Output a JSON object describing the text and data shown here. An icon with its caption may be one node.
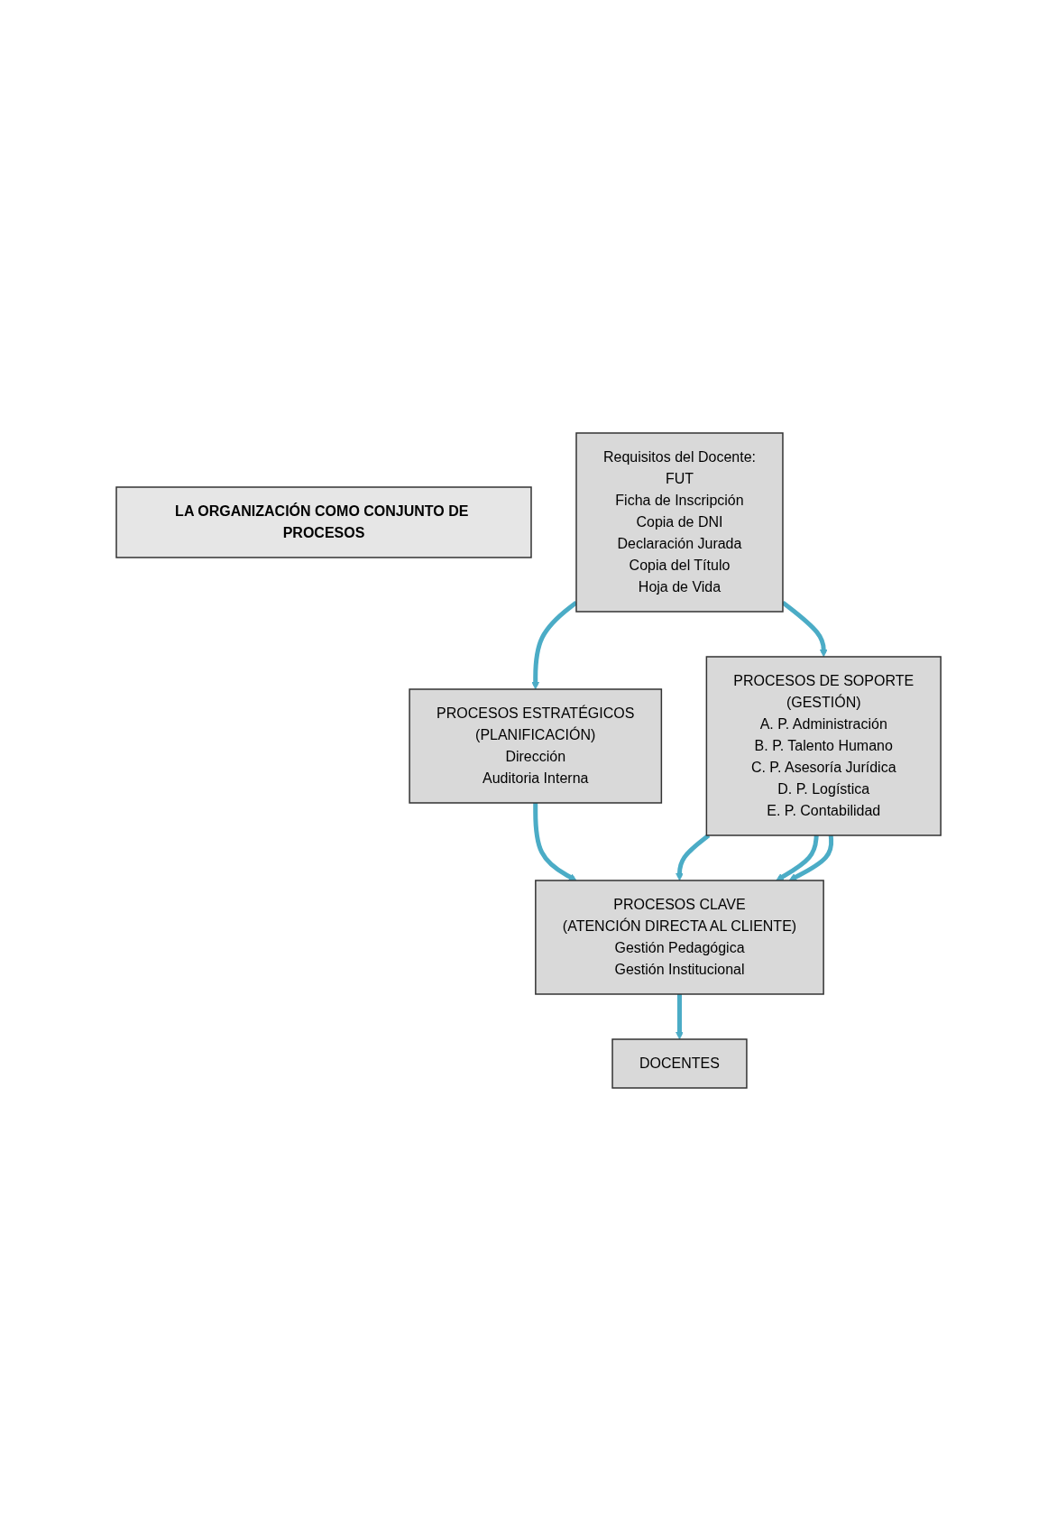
{
  "diagram": {
    "nodes": [
      {
        "text": [
          "LA ORGANIZACIÓN COMO CONJUNTO DE PROCESOS"
        ]
      },
      {
        "text": [
          "Requisitos del Docente:",
          "FUT",
          "Ficha de Inscripción",
          "Copia de DNI",
          "Declaración Jurada",
          "Copia del Título",
          "Hoja de Vida"
        ]
      },
      {
        "text": [
          "PROCESOS ESTRATÉGICOS",
          "(PLANIFICACIÓN)",
          "Dirección",
          "Auditoria Interna"
        ]
      },
      {
        "text": [
          "PROCESOS CLAVE",
          "(ATENCIÓN DIRECTA AL CLIENTE)",
          "Gestión Pedagógica",
          "Gestión Institucional"
        ]
      },
      {
        "text": [
          "PROCESOS DE SOPORTE",
          "(GESTIÓN)",
          "A. P. Administración",
          "B. P. Talento Humano",
          "C. P. Asesoría Jurídica",
          "D. P. Logística",
          "E. P. Contabilidad"
        ]
      },
      {
        "text": [
          "DOCENTES"
        ]
      }
    ],
    "edges": [
      {
        "from": 1,
        "to": 2,
        "arrow": "to"
      },
      {
        "from": 2,
        "to": 3,
        "arrow": "to"
      },
      {
        "from": 4,
        "to": 3,
        "arrow": "to"
      },
      {
        "from": 4,
        "to": 3,
        "arrow": "to"
      },
      {
        "from": 4,
        "to": 3,
        "arrow": "to"
      },
      {
        "from": 3,
        "to": 5,
        "arrow": "to"
      },
      {
        "from": 1,
        "to": 4,
        "arrow": "to"
      }
    ]
  }
}
